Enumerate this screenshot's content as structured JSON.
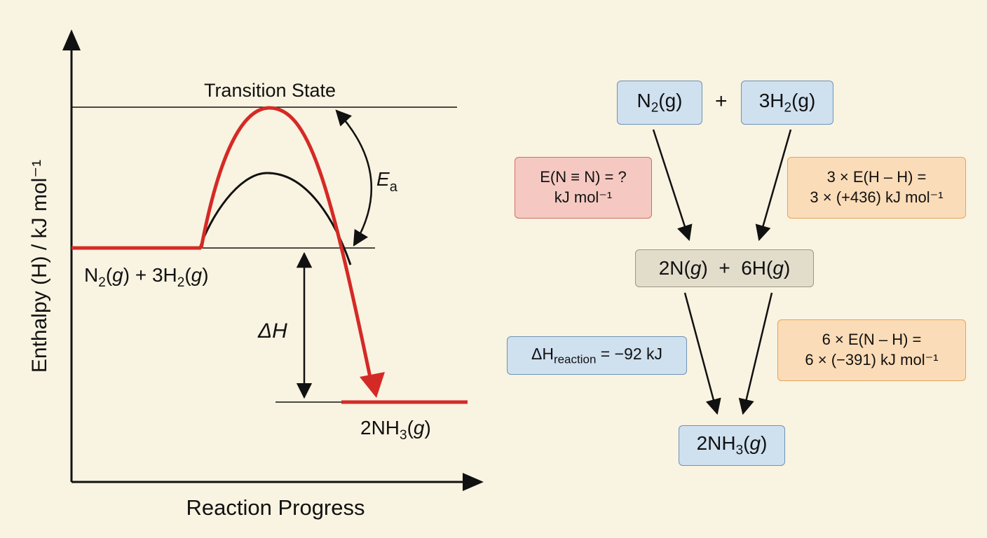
{
  "profile": {
    "y_axis_label": "Enthalpy (H) / kJ mol⁻¹",
    "x_axis_label": "Reaction Progress",
    "transition_state_label": "Transition State",
    "ea_label_main": "E",
    "ea_label_sub": "a",
    "delta_h_label": "ΔH",
    "reactants_label": {
      "pre": "N",
      "s1": "2",
      "mid1": "(",
      "g1": "g",
      "mid2": ") + 3H",
      "s2": "2",
      "mid3": "(",
      "g2": "g",
      "post": ")"
    },
    "products_label": {
      "pre": "2NH",
      "s1": "3",
      "mid": "(",
      "g": "g",
      "post": ")"
    },
    "colors": {
      "catalyzed_path": "#111111",
      "uncatalyzed_path": "#d42a26",
      "product_level": "#d42a26"
    }
  },
  "cycle": {
    "reactant_n2": {
      "pre": "N",
      "sub": "2",
      "post": "(g)"
    },
    "plus_top": "+",
    "reactant_h2": {
      "pre": "3H",
      "sub": "2",
      "post": "(g)"
    },
    "bond_nn_line1": "E(N ≡ N) = ?",
    "bond_nn_line2": "kJ mol⁻¹",
    "bond_hh_line1": "3 × E(H – H) =",
    "bond_hh_line2": "3 × (+436) kJ mol⁻¹",
    "atoms_left": "2N(",
    "atoms_g1": "g",
    "atoms_mid": ")  +  6H(",
    "atoms_g2": "g",
    "atoms_right": ")",
    "delta_h_reaction": {
      "pre": "ΔH",
      "sub": "reaction",
      "post": " = −92 kJ"
    },
    "bond_nh_line1": "6 × E(N – H) =",
    "bond_nh_line2": "6 × (−391) kJ mol⁻¹",
    "product": {
      "pre": "2NH",
      "sub": "3",
      "mid": "(",
      "g": "g",
      "post": ")"
    }
  }
}
